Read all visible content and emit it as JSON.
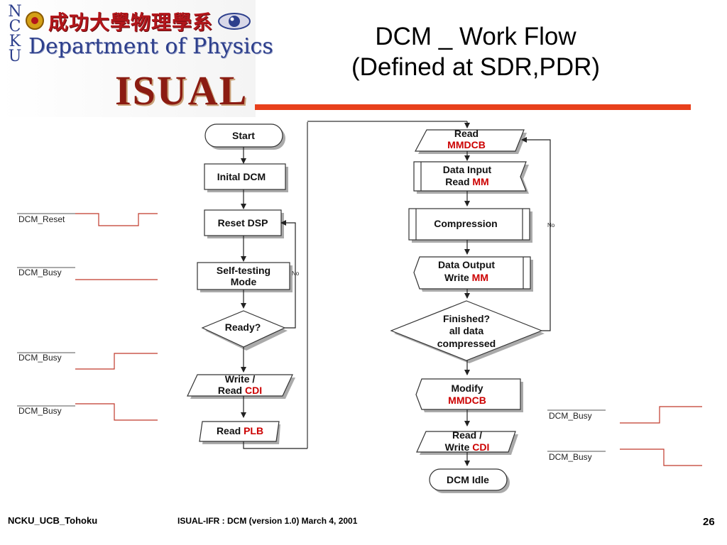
{
  "header": {
    "logo_ncku_letters": [
      "N",
      "C",
      "K",
      "U"
    ],
    "logo_chinese": "成功大學物理學系",
    "logo_english": "Department of Physics",
    "logo_isual": "ISUAL",
    "title_line1": "DCM _ Work Flow",
    "title_line2": "(Defined at SDR,PDR)",
    "accent_color": "#e8401c"
  },
  "left_flow": {
    "start": "Start",
    "init": "Inital DCM",
    "reset": "Reset DSP",
    "selftest_1": "Self-testing",
    "selftest_2": "Mode",
    "ready": "Ready?",
    "no": "No",
    "write_1": "Write /",
    "write_2": "Read",
    "write_2_red": "CDI",
    "readplb": "Read",
    "readplb_red": "PLB"
  },
  "right_flow": {
    "read_1": "Read",
    "read_2_red": "MMDCB",
    "input_1": "Data Input",
    "input_2": "Read",
    "input_2_red": "MM",
    "compression": "Compression",
    "output_1": "Data Output",
    "output_2": "Write",
    "output_2_red": "MM",
    "finished_1": "Finished?",
    "finished_2": "all data",
    "finished_3": "compressed",
    "no": "No",
    "modify_1": "Modify",
    "modify_2_red": "MMDCB",
    "rw_1": "Read /",
    "rw_2": "Write",
    "rw_2_red": "CDI",
    "idle": "DCM Idle"
  },
  "signals": {
    "reset": "DCM_Reset",
    "busy1": "DCM_Busy",
    "busy2": "DCM_Busy",
    "busy3": "DCM_Busy",
    "busy4": "DCM_Busy",
    "busy5": "DCM_Busy"
  },
  "footer": {
    "left": "NCKU_UCB_Tohoku",
    "center": "ISUAL-IFR : DCM (version 1.0)  March 4, 2001",
    "page": "26"
  }
}
